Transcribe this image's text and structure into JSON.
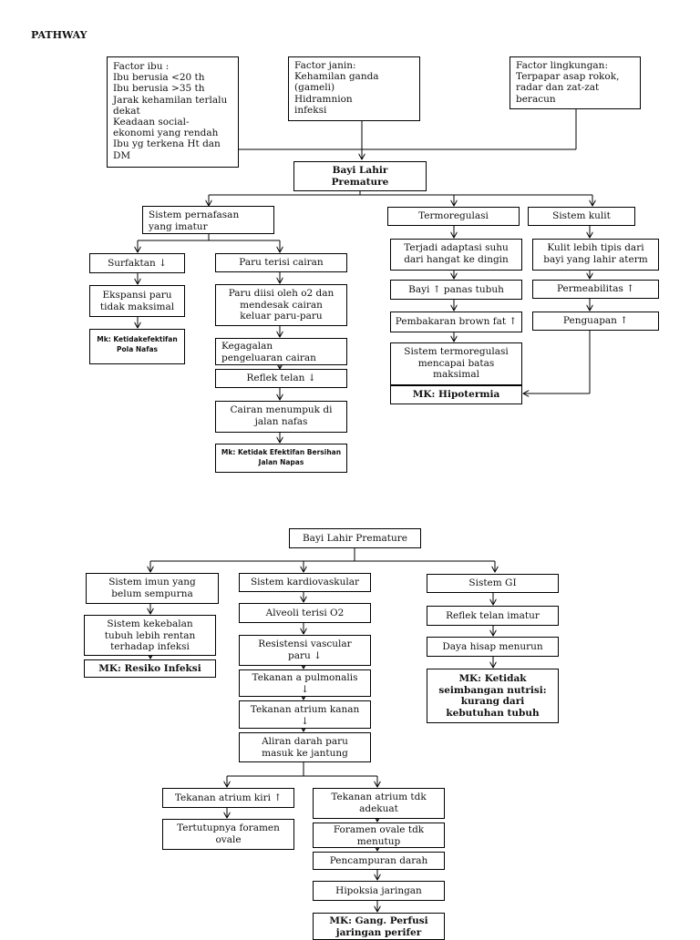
{
  "title": "PATHWAY",
  "top": {
    "ibu": [
      "Factor ibu :",
      "Ibu berusia <20 th",
      "Ibu berusia >35 th",
      "Jarak kehamilan terlalu",
      "dekat",
      "Keadaan social-",
      "ekonomi yang rendah",
      "Ibu yg terkena Ht dan",
      "DM"
    ],
    "janin": [
      "Factor janin:",
      "Kehamilan ganda",
      "(gameli)",
      "Hidramnion",
      "infeksi"
    ],
    "lingkungan": [
      "Factor lingkungan:",
      "Terpapar asap rokok,",
      "radar dan zat-zat",
      "beracun"
    ],
    "premature": [
      "Bayi Lahir",
      "Premature"
    ],
    "nafas": [
      "Sistem pernafasan",
      "yang imatur"
    ],
    "surfaktan": "Surfaktan ↓",
    "ekspansi": [
      "Ekspansi paru",
      "tidak maksimal"
    ],
    "mk_pola": [
      "Mk: Ketidakefektifan",
      "Pola Nafas"
    ],
    "paru_cairan": "Paru terisi cairan",
    "paru_o2": [
      "Paru diisi oleh o2 dan",
      "mendesak cairan",
      "keluar paru-paru"
    ],
    "kegagalan": [
      "Kegagalan",
      "pengeluaran cairan"
    ],
    "reflek": "Reflek telan ↓",
    "cairan": [
      "Cairan menumpuk di",
      "jalan nafas"
    ],
    "mk_jalan": [
      "Mk: Ketidak Efektifan Bersihan",
      "Jalan Napas"
    ],
    "termo": "Termoregulasi",
    "adaptasi": [
      "Terjadi adaptasi suhu",
      "dari hangat ke dingin"
    ],
    "panas": "Bayi ↑ panas tubuh",
    "brown": "Pembakaran brown fat ↑",
    "termo_batas": [
      "Sistem termoregulasi",
      "mencapai batas",
      "maksimal"
    ],
    "mk_hipo": "MK: Hipotermia",
    "kulit": "Sistem kulit",
    "kulit_tipis": [
      "Kulit lebih tipis dari",
      "bayi yang lahir aterm"
    ],
    "permeabilitas": "Permeabilitas ↑",
    "penguapan": "Penguapan ↑"
  },
  "bottom": {
    "premature": "Bayi Lahir Premature",
    "imun": [
      "Sistem imun yang",
      "belum sempurna"
    ],
    "kekebalan": [
      "Sistem kekebalan",
      "tubuh lebih rentan",
      "terhadap infeksi"
    ],
    "mk_infeksi": "MK: Resiko Infeksi",
    "kardio": "Sistem kardiovaskular",
    "alveoli": "Alveoli terisi O2",
    "resistensi": [
      "Resistensi vascular",
      "paru ↓"
    ],
    "pulmonalis": [
      "Tekanan a pulmonalis",
      "↓"
    ],
    "atrium_kanan": [
      "Tekanan atrium kanan",
      "↓"
    ],
    "aliran": [
      "Aliran darah paru",
      "masuk ke jantung"
    ],
    "atrium_kiri": "Tekanan atrium kiri ↑",
    "tertutup": [
      "Tertutupnya foramen",
      "ovale"
    ],
    "tdk_adekuat": [
      "Tekanan atrium tdk",
      "adekuat"
    ],
    "foramen_tdk": [
      "Foramen ovale tdk",
      "menutup"
    ],
    "pencampuran": "Pencampuran darah",
    "hipoksia": "Hipoksia jaringan",
    "mk_perfusi": [
      "MK: Gang. Perfusi",
      "jaringan perifer"
    ],
    "gi": "Sistem GI",
    "reflek_imatur": "Reflek telan imatur",
    "daya": "Daya hisap menurun",
    "mk_nutrisi": [
      "MK: Ketidak",
      "seimbangan nutrisi:",
      "kurang dari",
      "kebutuhan tubuh"
    ]
  }
}
